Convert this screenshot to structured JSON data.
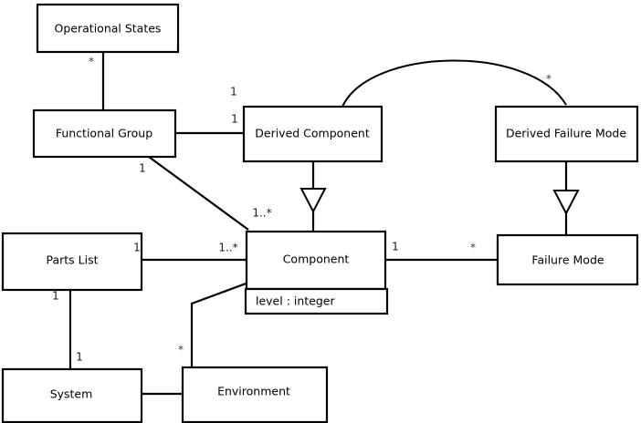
{
  "diagram": {
    "type": "uml-class-diagram",
    "background_color": "#ffffff",
    "line_color": "#000000",
    "classes": [
      {
        "id": "operational-states",
        "name": "Operational States",
        "attributes": []
      },
      {
        "id": "functional-group",
        "name": "Functional Group",
        "attributes": []
      },
      {
        "id": "derived-component",
        "name": "Derived Component",
        "attributes": []
      },
      {
        "id": "derived-failure-mode",
        "name": "Derived Failure Mode",
        "attributes": []
      },
      {
        "id": "parts-list",
        "name": "Parts List",
        "attributes": []
      },
      {
        "id": "component",
        "name": "Component",
        "attributes": [
          "level : integer"
        ]
      },
      {
        "id": "failure-mode",
        "name": "Failure Mode",
        "attributes": []
      },
      {
        "id": "system",
        "name": "System",
        "attributes": []
      },
      {
        "id": "environment",
        "name": "Environment",
        "attributes": []
      }
    ],
    "multiplicities": {
      "operational_states_to_functional_group": "*",
      "functional_group_to_derived_component": "1",
      "functional_group_to_component": "1",
      "component_from_functional_group": "1..*",
      "parts_list_right": "1",
      "parts_list_to_component": "1..*",
      "parts_list_to_system": "1",
      "system_to_parts_list": "1",
      "component_to_failure_mode": "1",
      "failure_mode_from_component": "*",
      "derived_component_arc": "1",
      "derived_failure_mode_arc": "*",
      "environment_to_component": "*"
    },
    "relations": [
      {
        "from": "operational-states",
        "to": "functional-group",
        "kind": "association",
        "source_mult": "*",
        "target_mult": ""
      },
      {
        "from": "functional-group",
        "to": "derived-component",
        "kind": "association",
        "source_mult": "",
        "target_mult": "1"
      },
      {
        "from": "functional-group",
        "to": "component",
        "kind": "association",
        "source_mult": "1",
        "target_mult": "1..*"
      },
      {
        "from": "derived-component",
        "to": "derived-failure-mode",
        "kind": "association-arc",
        "source_mult": "1",
        "target_mult": "*"
      },
      {
        "from": "derived-component",
        "to": "component",
        "kind": "generalization",
        "source_mult": "",
        "target_mult": ""
      },
      {
        "from": "derived-failure-mode",
        "to": "failure-mode",
        "kind": "generalization",
        "source_mult": "",
        "target_mult": ""
      },
      {
        "from": "parts-list",
        "to": "component",
        "kind": "association",
        "source_mult": "1",
        "target_mult": "1..*"
      },
      {
        "from": "parts-list",
        "to": "system",
        "kind": "association",
        "source_mult": "1",
        "target_mult": "1"
      },
      {
        "from": "component",
        "to": "failure-mode",
        "kind": "association",
        "source_mult": "1",
        "target_mult": "*"
      },
      {
        "from": "environment",
        "to": "component",
        "kind": "association",
        "source_mult": "*",
        "target_mult": ""
      },
      {
        "from": "system",
        "to": "environment",
        "kind": "association",
        "source_mult": "",
        "target_mult": ""
      }
    ]
  }
}
